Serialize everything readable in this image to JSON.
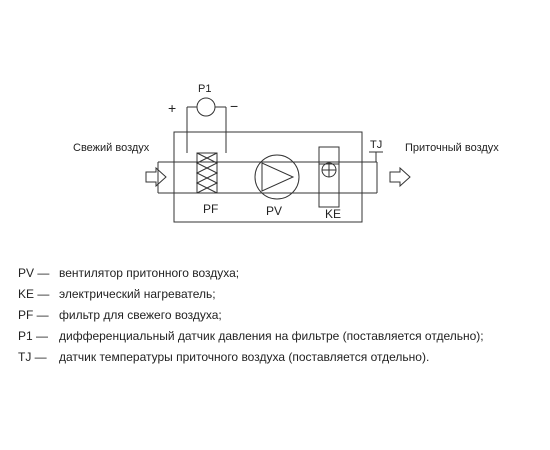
{
  "diagram": {
    "inlet_label": "Свежий воздух",
    "outlet_label": "Приточный воздух",
    "sensor_p1": "P1",
    "sensor_p1_plus": "+",
    "sensor_p1_minus": "−",
    "sensor_tj": "TJ",
    "filter_label": "PF",
    "fan_label": "PV",
    "heater_label": "KE"
  },
  "legend": [
    {
      "code": "PV —",
      "text": "вентилятор притонного воздуха;"
    },
    {
      "code": "KE —",
      "text": "электрический нагреватель;"
    },
    {
      "code": "PF —",
      "text": "фильтр для свежего воздуха;"
    },
    {
      "code": "P1 —",
      "text": "дифференциальный датчик давления на фильтре (поставляется отдельно);"
    },
    {
      "code": "TJ —",
      "text": "датчик температуры приточного воздуха (поставляется отдельно)."
    }
  ]
}
